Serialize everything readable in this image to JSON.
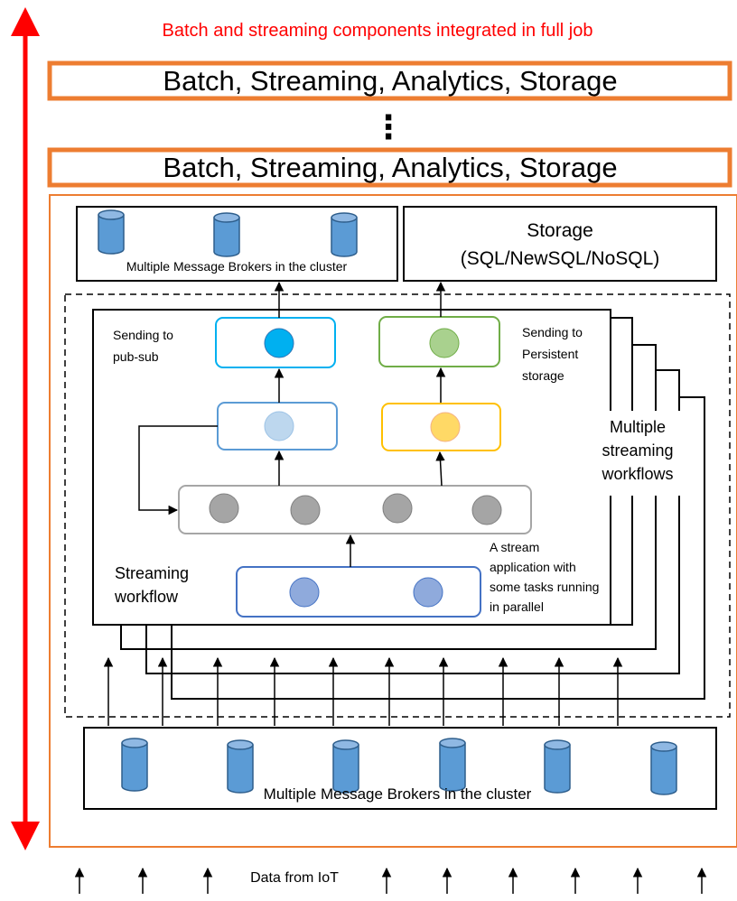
{
  "title": "Batch and streaming components integrated in full job",
  "layers": [
    "Batch, Streaming, Analytics, Storage",
    "Batch, Streaming, Analytics, Storage"
  ],
  "ellipsis": "⋮",
  "top_brokers_label": "Multiple Message Brokers in the cluster",
  "storage": {
    "line1": "Storage",
    "line2": "(SQL/NewSQL/NoSQL)"
  },
  "sending_pubsub": [
    "Sending to",
    "pub-sub"
  ],
  "sending_persistent": [
    "Sending to",
    "Persistent",
    "storage"
  ],
  "multiple_workflows": [
    "Multiple",
    "streaming",
    "workflows"
  ],
  "streaming_workflow": [
    "Streaming",
    "workflow"
  ],
  "stream_app": [
    "A stream",
    "application with",
    "some tasks running",
    "in parallel"
  ],
  "bottom_brokers_label": "Multiple Message Brokers in the cluster",
  "data_from_iot": "Data from IoT",
  "colors": {
    "orange": "#ed7d31",
    "red": "#ff0000",
    "cylinder": "#5b9bd5",
    "cylinder_stroke": "#2e5e8c",
    "pubsub_box": "#00b0f0",
    "pubsub_circle": "#00b0f0",
    "persistent_box": "#70ad47",
    "persistent_circle": "#a9d18e",
    "light_box": "#5b9bd5",
    "light_circle": "#bdd7ee",
    "yellow_box": "#ffc000",
    "yellow_circle": "#ffd966",
    "gray_box": "#a6a6a6",
    "gray_circle": "#a5a5a5",
    "app_box": "#4472c4",
    "app_circle": "#8faadc"
  }
}
